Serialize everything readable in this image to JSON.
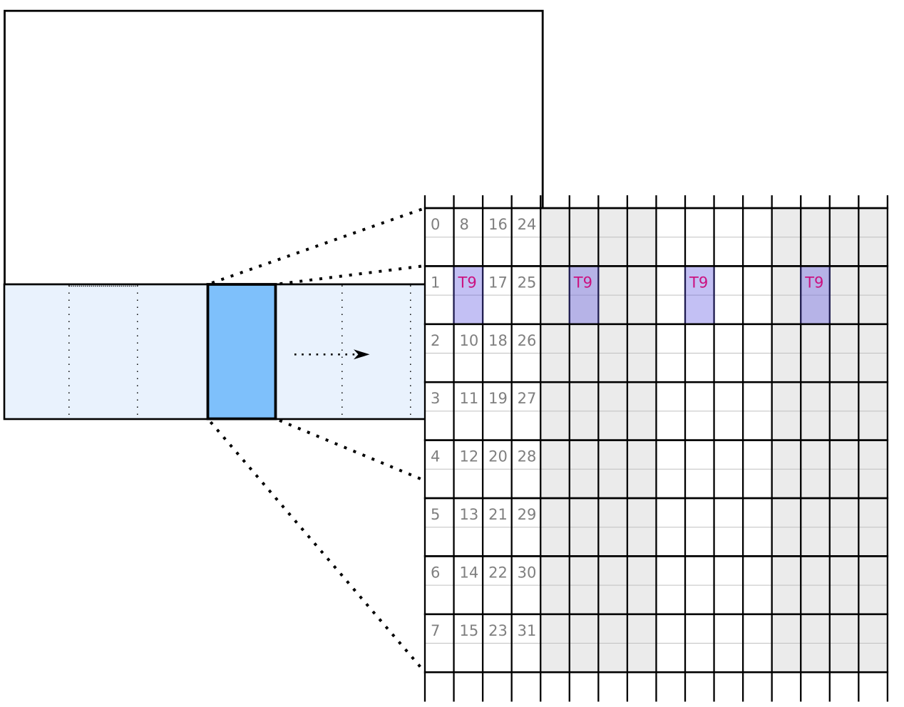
{
  "figure_name": "memory-access-coalescing-diagram",
  "colors": {
    "background": "#ffffff",
    "array_rect_fill": "#ffffff",
    "band_fill": "#e9f2fd",
    "block_fill": "#7ec0fb",
    "cell_white": "#ffffff",
    "cell_shaded": "#ebebeb",
    "highlight_fill_rgb": "89,81,225",
    "highlight_alpha": "0.36",
    "value_text": "#7f7f7f",
    "thread_text": "#cb1180",
    "line_black": "#000000",
    "subrow_line": "#c0c0c0",
    "segment_marker": "#141414"
  },
  "grid": {
    "rows": 8,
    "cols": 16,
    "sub_rows_per_block": 2,
    "shaded_column_groups": [
      [
        4,
        7
      ],
      [
        12,
        15
      ]
    ],
    "value_cells": [
      {
        "row": 0,
        "col": 0,
        "text": "0"
      },
      {
        "row": 0,
        "col": 1,
        "text": "8"
      },
      {
        "row": 0,
        "col": 2,
        "text": "16"
      },
      {
        "row": 0,
        "col": 3,
        "text": "24"
      },
      {
        "row": 1,
        "col": 0,
        "text": "1"
      },
      {
        "row": 1,
        "col": 2,
        "text": "17"
      },
      {
        "row": 1,
        "col": 3,
        "text": "25"
      },
      {
        "row": 2,
        "col": 0,
        "text": "2"
      },
      {
        "row": 2,
        "col": 1,
        "text": "10"
      },
      {
        "row": 2,
        "col": 2,
        "text": "18"
      },
      {
        "row": 2,
        "col": 3,
        "text": "26"
      },
      {
        "row": 3,
        "col": 0,
        "text": "3"
      },
      {
        "row": 3,
        "col": 1,
        "text": "11"
      },
      {
        "row": 3,
        "col": 2,
        "text": "19"
      },
      {
        "row": 3,
        "col": 3,
        "text": "27"
      },
      {
        "row": 4,
        "col": 0,
        "text": "4"
      },
      {
        "row": 4,
        "col": 1,
        "text": "12"
      },
      {
        "row": 4,
        "col": 2,
        "text": "20"
      },
      {
        "row": 4,
        "col": 3,
        "text": "28"
      },
      {
        "row": 5,
        "col": 0,
        "text": "5"
      },
      {
        "row": 5,
        "col": 1,
        "text": "13"
      },
      {
        "row": 5,
        "col": 2,
        "text": "21"
      },
      {
        "row": 5,
        "col": 3,
        "text": "29"
      },
      {
        "row": 6,
        "col": 0,
        "text": "6"
      },
      {
        "row": 6,
        "col": 1,
        "text": "14"
      },
      {
        "row": 6,
        "col": 2,
        "text": "22"
      },
      {
        "row": 6,
        "col": 3,
        "text": "30"
      },
      {
        "row": 7,
        "col": 0,
        "text": "7"
      },
      {
        "row": 7,
        "col": 1,
        "text": "15"
      },
      {
        "row": 7,
        "col": 2,
        "text": "23"
      },
      {
        "row": 7,
        "col": 3,
        "text": "31"
      }
    ],
    "thread_cells": {
      "label": "T9",
      "row": 1,
      "cols": [
        1,
        5,
        9,
        13
      ]
    }
  },
  "band": {
    "segment_separator_count": 4,
    "marked_segment_index": 1
  }
}
